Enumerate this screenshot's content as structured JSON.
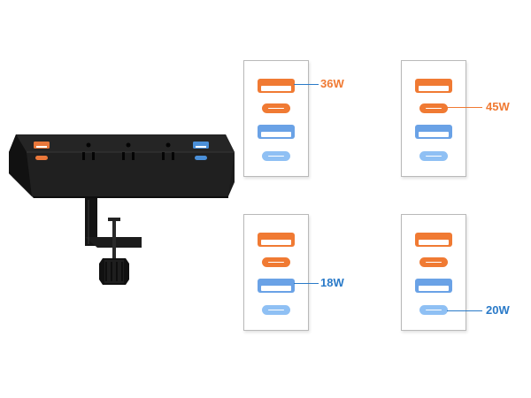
{
  "colors": {
    "orange": "#f07a33",
    "blue": "#2a7ac8",
    "device_body": "#1a1a1a"
  },
  "callouts": [
    {
      "id": "usb-a-orange",
      "label": "36W",
      "color": "#f07a33"
    },
    {
      "id": "usb-c-orange",
      "label": "45W",
      "color": "#f07a33"
    },
    {
      "id": "usb-a-blue",
      "label": "18W",
      "color": "#2a7ac8"
    },
    {
      "id": "usb-c-blue",
      "label": "20W",
      "color": "#2a7ac8"
    }
  ]
}
